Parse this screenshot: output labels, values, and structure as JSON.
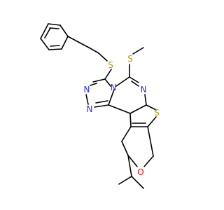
{
  "molecule": {
    "colors": {
      "bond": "#000000",
      "N": "#2a2aff",
      "S": "#b59a00",
      "O": "#ff0000"
    },
    "atoms": {
      "S_top": "S",
      "S_methyl": "S",
      "N_pyrimidine": "N",
      "N_bridge": "N",
      "N_triazole_left": "N",
      "N_triazole_bottom": "N",
      "S_thiophene": "S",
      "O_pyran": "O"
    }
  }
}
